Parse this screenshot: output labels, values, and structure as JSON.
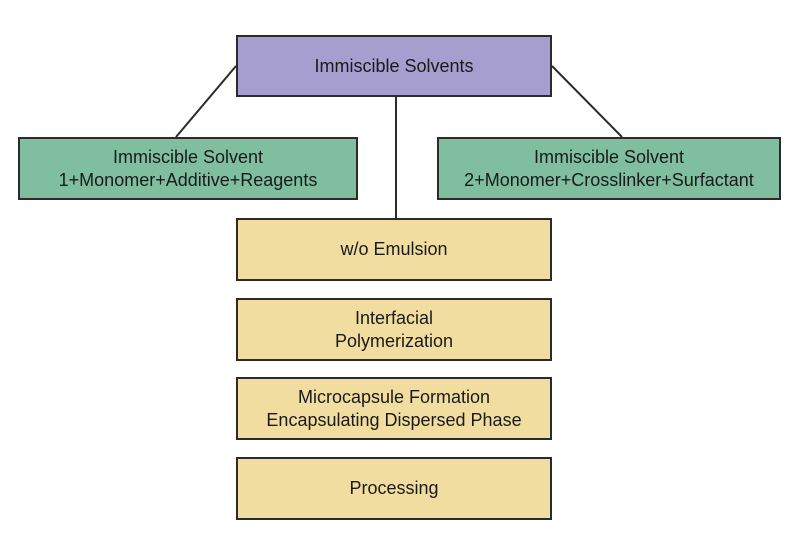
{
  "diagram": {
    "root": {
      "label": "Immiscible Solvents",
      "color": "#a79ed0"
    },
    "left_branch": {
      "line1": "Immiscible Solvent",
      "line2": "1+Monomer+Additive+Reagents",
      "color": "#7fbf9f"
    },
    "right_branch": {
      "line1": "Immiscible Solvent",
      "line2": "2+Monomer+Crosslinker+Surfactant",
      "color": "#7fbf9f"
    },
    "steps": [
      {
        "line1": "w/o Emulsion",
        "line2": ""
      },
      {
        "line1": "Interfacial",
        "line2": "Polymerization"
      },
      {
        "line1": "Microcapsule Formation",
        "line2": "Encapsulating Dispersed Phase"
      },
      {
        "line1": "Processing",
        "line2": ""
      }
    ],
    "step_color": "#f2dda0"
  }
}
